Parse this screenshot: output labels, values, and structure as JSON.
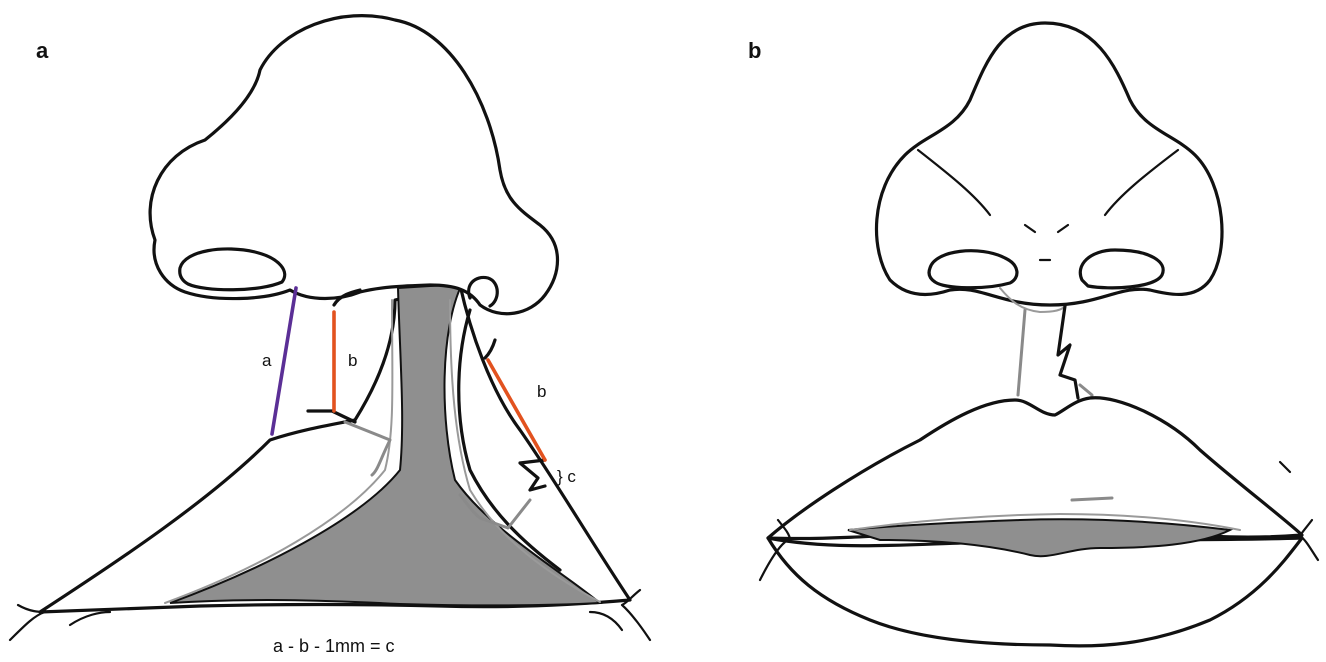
{
  "panels": [
    {
      "label": "a",
      "measurements": [
        {
          "label": "a",
          "color": "#5b2f96"
        },
        {
          "label": "b",
          "color": "#e2521f"
        },
        {
          "label": "b",
          "color": "#e2521f"
        },
        {
          "label": "} c",
          "color": "#111111"
        }
      ],
      "formula": "a - b - 1mm = c"
    },
    {
      "label": "b"
    }
  ],
  "colors": {
    "outline": "#111111",
    "mucosa": "#8f8f8f",
    "incision": "#8a8a8a",
    "measure_a": "#5b2f96",
    "measure_b": "#e2521f"
  }
}
